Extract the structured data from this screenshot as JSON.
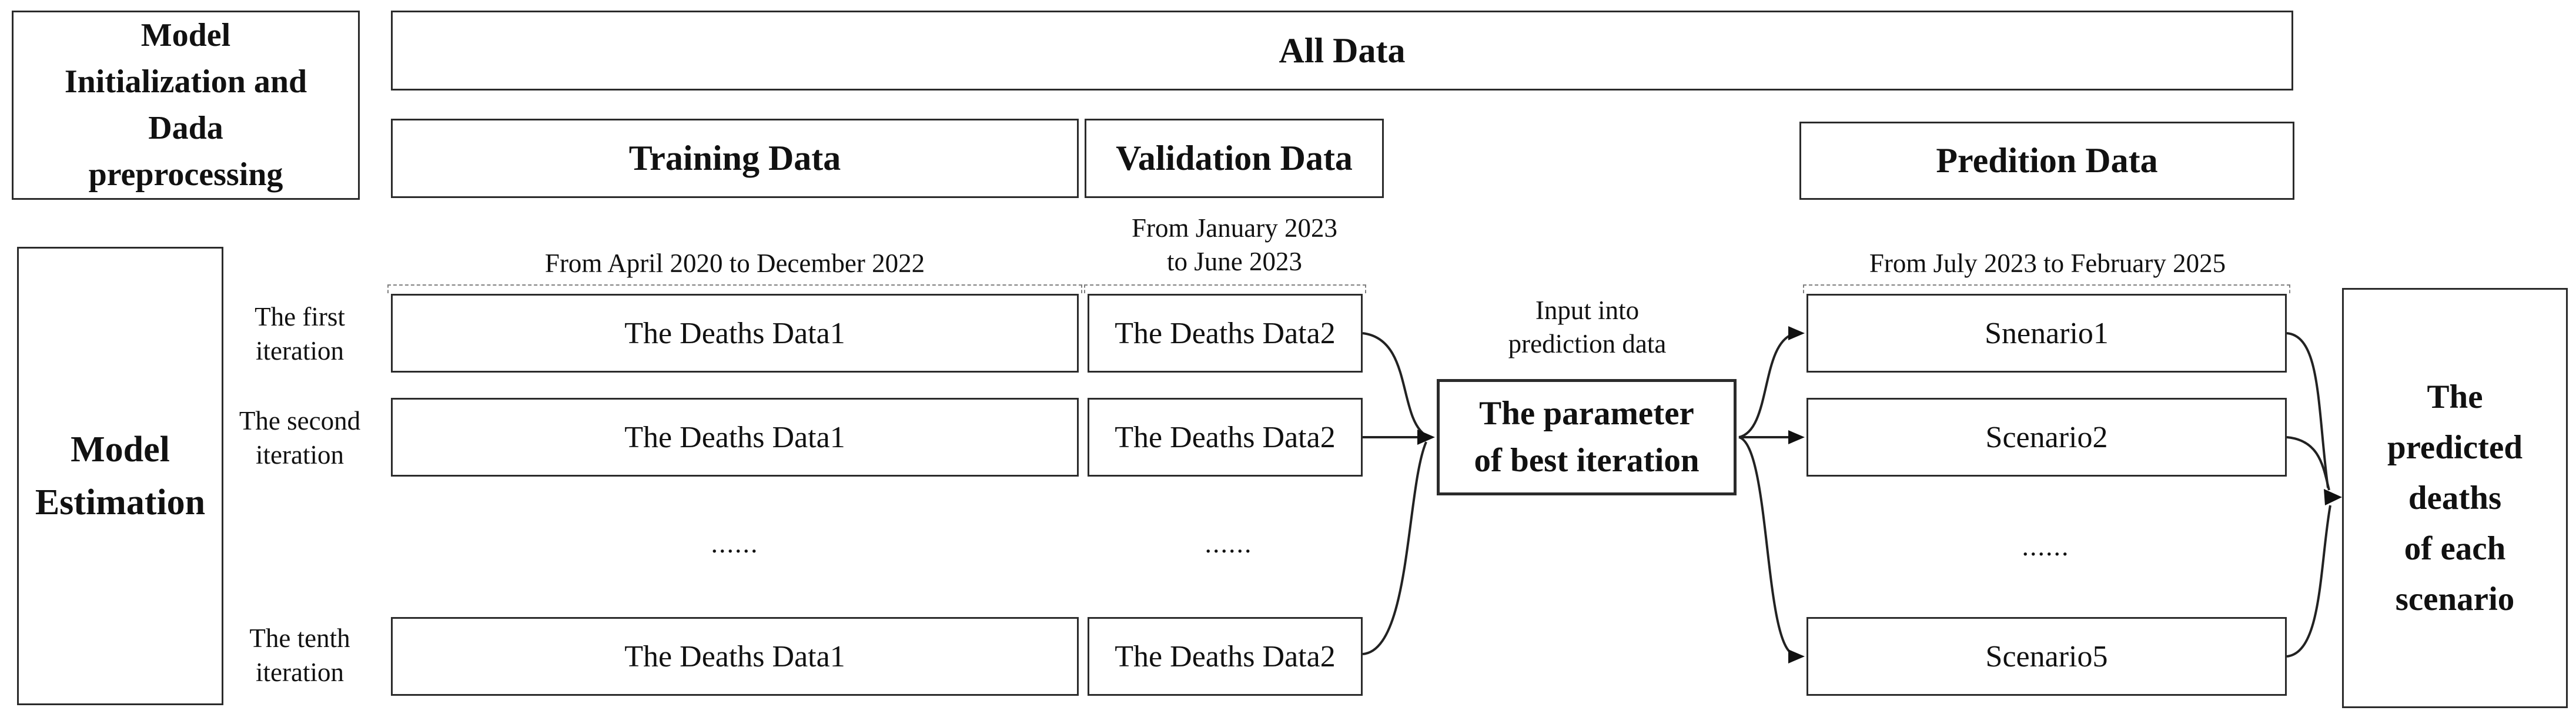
{
  "colors": {
    "background": "#ffffff",
    "ink": "#111111",
    "box_border": "#2b2b2b",
    "dashed_line": "#7f7f7f",
    "arrow": "#222222"
  },
  "stage_labels": {
    "initialization": "Model\nInitialization and\nDada\npreprocessing",
    "estimation": "Model\nEstimation"
  },
  "data_partition": {
    "all_data": "All Data",
    "training_header": "Training Data",
    "validation_header": "Validation Data",
    "prediction_header": "Predition Data",
    "training_period": "From April 2020 to December 2022",
    "validation_period": "From January 2023\nto June 2023",
    "prediction_period": "From July 2023 to February 2025"
  },
  "iterations": {
    "ellipsis": "......",
    "rows": [
      {
        "label": "The first\niteration",
        "training_box": "The Deaths Data1",
        "validation_box": "The Deaths Data2",
        "scenario_box": "Snenario1"
      },
      {
        "label": "The second\niteration",
        "training_box": "The Deaths Data1",
        "validation_box": "The Deaths Data2",
        "scenario_box": "Scenario2"
      },
      {
        "label": "The tenth\niteration",
        "training_box": "The Deaths Data1",
        "validation_box": "The Deaths Data2",
        "scenario_box": "Scenario5"
      }
    ]
  },
  "flow": {
    "input_note": "Input into\nprediction data",
    "best_parameter": "The parameter\nof best iteration",
    "predicted_output": "The\npredicted\ndeaths\nof each\nscenario"
  }
}
